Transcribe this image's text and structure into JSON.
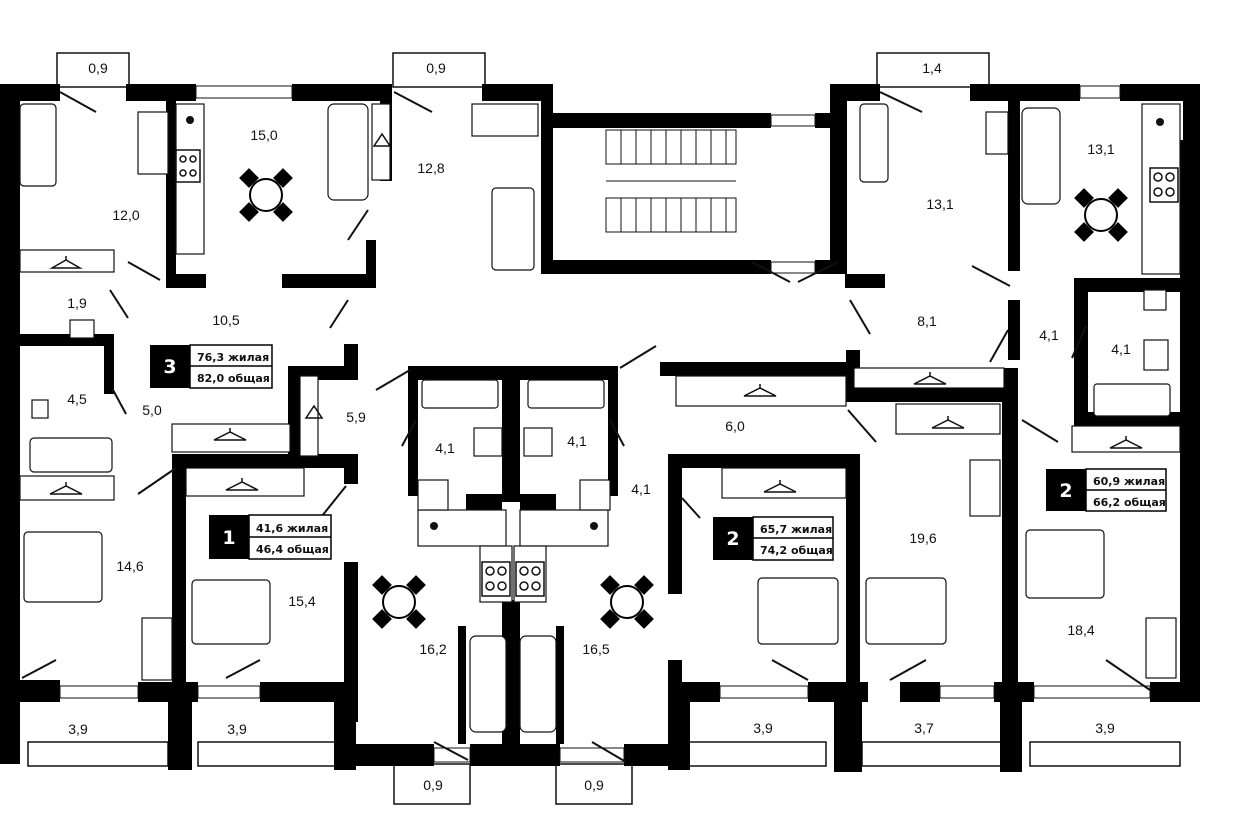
{
  "room_areas": {
    "balcony_tl1": "0,9",
    "balcony_tl2": "0,9",
    "balcony_tr": "1,4",
    "r_12_0": "12,0",
    "r_15_0": "15,0",
    "r_12_8": "12,8",
    "r_13_1a": "13,1",
    "r_13_1b": "13,1",
    "r_1_9": "1,9",
    "r_10_5": "10,5",
    "r_8_1": "8,1",
    "r_4_1_r1": "4,1",
    "r_4_1_r2": "4,1",
    "r_4_5": "4,5",
    "r_5_0": "5,0",
    "r_5_9": "5,9",
    "r_4_1_c1": "4,1",
    "r_4_1_c2": "4,1",
    "r_6_0": "6,0",
    "r_4_1_c3": "4,1",
    "r_14_6": "14,6",
    "r_15_4": "15,4",
    "r_16_2": "16,2",
    "r_16_5": "16,5",
    "r_19_6": "19,6",
    "r_18_4": "18,4",
    "loggia_1": "3,9",
    "loggia_2": "3,9",
    "loggia_3": "3,9",
    "loggia_4": "3,7",
    "loggia_5": "3,9",
    "balcony_b1": "0,9",
    "balcony_b2": "0,9"
  },
  "apartments": [
    {
      "rooms": "3",
      "living": "76,3 жилая",
      "total": "82,0 общая"
    },
    {
      "rooms": "1",
      "living": "41,6 жилая",
      "total": "46,4 общая"
    },
    {
      "rooms": "2",
      "living": "65,7 жилая",
      "total": "74,2 общая"
    },
    {
      "rooms": "2",
      "living": "60,9 жилая",
      "total": "66,2 общая"
    }
  ],
  "colors": {
    "wall": "#000000",
    "line": "#111111",
    "background": "#ffffff"
  }
}
